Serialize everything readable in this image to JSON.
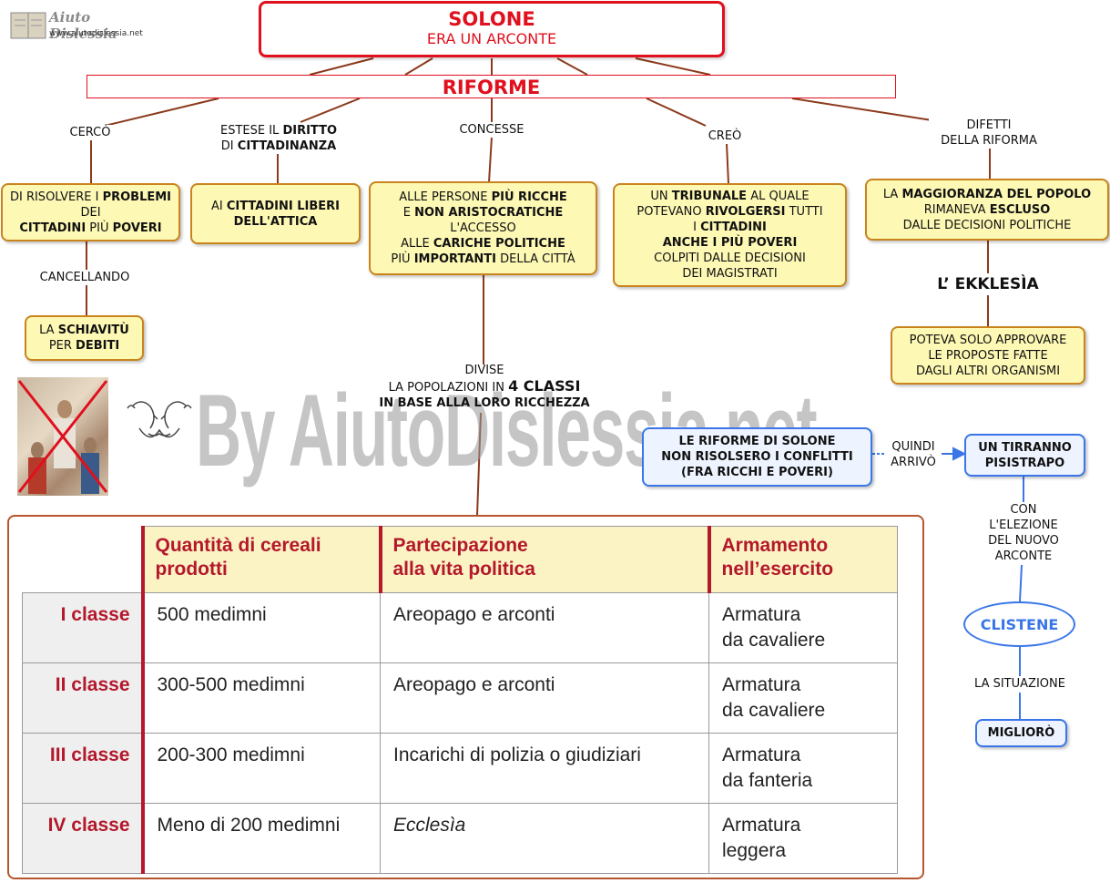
{
  "header": {
    "logo_text": "Aiuto Dislessia",
    "logo_url_text": "www.aiutodislessia.net",
    "title": "SOLONE",
    "subtitle": "ERA UN ARCONTE",
    "riforme": "RIFORME"
  },
  "branches": {
    "cerco_label": "CERCÒ",
    "estese_label_a": "ESTESE IL ",
    "estese_label_b": "DIRITTO",
    "estese_label_c": "DI ",
    "estese_label_d": "CITTADINANZA",
    "concesse_label": "CONCESSE",
    "creo_label": "CREÒ",
    "difetti_label_1": "DIFETTI",
    "difetti_label_2": "DELLA RIFORMA"
  },
  "nodes": {
    "risolvere": {
      "a": "DI RISOLVERE I ",
      "b": "PROBLEMI",
      "c": " DEI ",
      "d": "CITTADINI",
      "e": " PIÙ ",
      "f": "POVERI"
    },
    "cancellando": "CANCELLANDO",
    "schiavitu": {
      "a": "LA ",
      "b": "SCHIAVITÙ",
      "c": "PER ",
      "d": "DEBITI"
    },
    "cittadini_liberi": {
      "a": "AI ",
      "b": "CITTADINI LIBERI",
      "c": "DELL'ATTICA"
    },
    "persone": {
      "a": "ALLE PERSONE ",
      "b": "PIÙ RICCHE",
      "c": "E ",
      "d": "NON ARISTOCRATICHE",
      "e": "L'ACCESSO",
      "f": "ALLE ",
      "g": "CARICHE POLITICHE",
      "h": "PIÙ ",
      "i": "IMPORTANTI",
      "j": " DELLA CITTÀ"
    },
    "tribunale": {
      "a": "UN ",
      "b": "TRIBUNALE",
      "c": " AL QUALE",
      "d": "POTEVANO ",
      "e": "RIVOLGERSI",
      "f": " TUTTI",
      "g": "I ",
      "h": "CITTADINI",
      "i": "ANCHE I PIÙ POVERI",
      "j": "COLPITI DALLE DECISIONI",
      "k": "DEI MAGISTRATI"
    },
    "maggioranza": {
      "a": "LA ",
      "b": "MAGGIORANZA DEL POPOLO",
      "c": "RIMANEVA ",
      "d": "ESCLUSO",
      "e": "DALLE DECISIONI POLITICHE"
    },
    "ekklesia": "L’ EKKLESÌA",
    "poteva": {
      "l1": "POTEVA SOLO APPROVARE",
      "l2": "LE PROPOSTE FATTE",
      "l3": "DAGLI ALTRI ORGANISMI"
    },
    "divise": {
      "l1": "DIVISE",
      "l2a": "LA POPOLAZIONI IN ",
      "l2b": "4 CLASSI",
      "l3": "IN BASE ALLA LORO RICCHEZZA"
    },
    "non_risolsero": {
      "l1": "LE RIFORME DI SOLONE",
      "l2": "NON RISOLSERO I CONFLITTI",
      "l3": "(FRA RICCHI E POVERI)"
    },
    "quindi": {
      "l1": "QUINDI",
      "l2": "ARRIVÒ"
    },
    "tiranno": {
      "l1": "UN TIRRANNO",
      "l2": "PISISTRAPO"
    },
    "con": {
      "l1": "CON",
      "l2": "L'ELEZIONE",
      "l3": "DEL NUOVO",
      "l4": "ARCONTE"
    },
    "clistene": "CLISTENE",
    "situazione": "LA SITUAZIONE",
    "miglioro": "MIGLIORÒ"
  },
  "watermark": "By AiutoDislessia.net",
  "table": {
    "headers": [
      "Quantità di cereali prodotti",
      "Partecipazione alla vita politica",
      "Armamento nell’esercito"
    ],
    "header_lines": [
      [
        "Quantità di cereali",
        "prodotti"
      ],
      [
        "Partecipazione",
        "alla vita politica"
      ],
      [
        "Armamento",
        "nell’esercito"
      ]
    ],
    "rows": [
      {
        "class": "I classe",
        "cereali": "500 medimni",
        "politica": "Areopago e arconti",
        "arm1": "Armatura",
        "arm2": "da cavaliere"
      },
      {
        "class": "II classe",
        "cereali": "300-500 medimni",
        "politica": "Areopago e arconti",
        "arm1": "Armatura",
        "arm2": "da cavaliere"
      },
      {
        "class": "III classe",
        "cereali": "200-300 medimni",
        "politica": "Incarichi di polizia o giudiziari",
        "arm1": "Armatura",
        "arm2": "da fanteria"
      },
      {
        "class": "IV classe",
        "cereali": "Meno di 200 medimni",
        "politica": "Ecclesìa",
        "arm1": "Armatura",
        "arm2": "leggera"
      }
    ]
  },
  "colors": {
    "red": "#e0101e",
    "node_fill": "#fdf8b4",
    "node_border": "#c9841d",
    "blue": "#3a76e8",
    "connector": "#8b3a1c"
  }
}
